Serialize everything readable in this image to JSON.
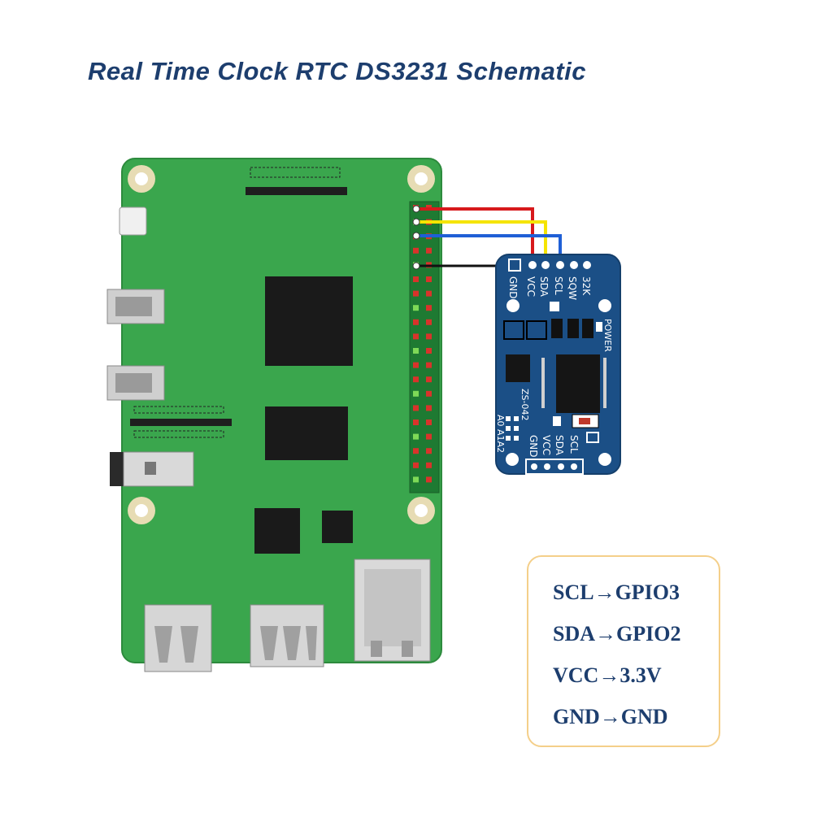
{
  "title": "Real Time Clock RTC DS3231 Schematic",
  "module": {
    "top_pins": [
      "GND",
      "VCC",
      "SDA",
      "SCL",
      "SQW",
      "32K"
    ],
    "bottom_pins": [
      "GND",
      "VCC",
      "SDA",
      "SCL"
    ],
    "address_label": "A0 A1A2",
    "model_label": "ZS-042",
    "power_label": "POWER"
  },
  "wires": [
    {
      "signal": "VCC",
      "color": "#d7191c"
    },
    {
      "signal": "SDA",
      "color": "#f5e400"
    },
    {
      "signal": "SCL",
      "color": "#1f5fd6"
    },
    {
      "signal": "GND",
      "color": "#111111"
    }
  ],
  "legend": [
    {
      "text": "SCL→GPIO3"
    },
    {
      "text": "SDA→GPIO2"
    },
    {
      "text": "VCC→3.3V"
    },
    {
      "text": "GND→GND"
    }
  ],
  "colors": {
    "pcb_green": "#3aa64d",
    "module_blue": "#1b4f86",
    "title_navy": "#1d3e6e",
    "legend_border": "#f4cf8a"
  }
}
